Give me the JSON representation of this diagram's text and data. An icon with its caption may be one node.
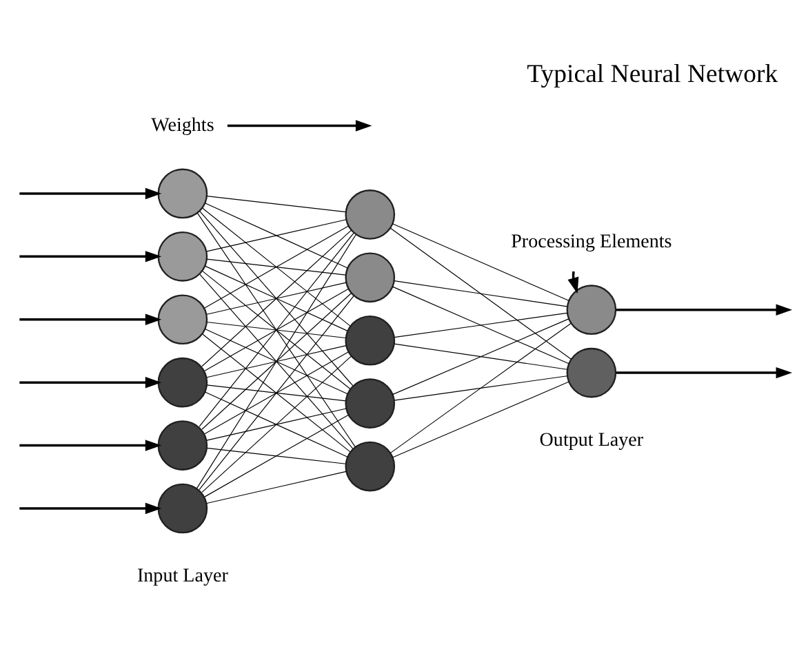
{
  "diagram": {
    "title": "Typical Neural Network",
    "nodes": [
      {
        "text": [],
        "shape": "circle"
      },
      {
        "text": [],
        "shape": "circle"
      },
      {
        "text": [],
        "shape": "circle"
      },
      {
        "text": [],
        "shape": "circle"
      },
      {
        "text": [],
        "shape": "circle"
      },
      {
        "text": [],
        "shape": "circle"
      },
      {
        "text": [],
        "shape": "circle"
      },
      {
        "text": [],
        "shape": "circle"
      },
      {
        "text": [],
        "shape": "circle"
      },
      {
        "text": [],
        "shape": "circle"
      },
      {
        "text": [],
        "shape": "circle"
      },
      {
        "text": [],
        "shape": "circle"
      },
      {
        "text": [],
        "shape": "circle"
      },
      {
        "text": [
          "Weights"
        ]
      },
      {
        "text": [
          "Processing Elements"
        ]
      }
    ],
    "edges": [
      {
        "from": null,
        "to": 0,
        "arrow": "to"
      },
      {
        "from": null,
        "to": 1,
        "arrow": "to"
      },
      {
        "from": null,
        "to": 2,
        "arrow": "to"
      },
      {
        "from": null,
        "to": 3,
        "arrow": "to"
      },
      {
        "from": null,
        "to": 4,
        "arrow": "to"
      },
      {
        "from": null,
        "to": 5,
        "arrow": "to"
      },
      {
        "from": 0,
        "to": 6,
        "arrow": "none"
      },
      {
        "from": 0,
        "to": 7,
        "arrow": "none"
      },
      {
        "from": 0,
        "to": 8,
        "arrow": "none"
      },
      {
        "from": 0,
        "to": 9,
        "arrow": "none"
      },
      {
        "from": 0,
        "to": 10,
        "arrow": "none"
      },
      {
        "from": 1,
        "to": 6,
        "arrow": "none"
      },
      {
        "from": 1,
        "to": 7,
        "arrow": "none"
      },
      {
        "from": 1,
        "to": 8,
        "arrow": "none"
      },
      {
        "from": 1,
        "to": 9,
        "arrow": "none"
      },
      {
        "from": 1,
        "to": 10,
        "arrow": "none"
      },
      {
        "from": 2,
        "to": 6,
        "arrow": "none"
      },
      {
        "from": 2,
        "to": 7,
        "arrow": "none"
      },
      {
        "from": 2,
        "to": 8,
        "arrow": "none"
      },
      {
        "from": 2,
        "to": 9,
        "arrow": "none"
      },
      {
        "from": 2,
        "to": 10,
        "arrow": "none"
      },
      {
        "from": 3,
        "to": 6,
        "arrow": "none"
      },
      {
        "from": 3,
        "to": 7,
        "arrow": "none"
      },
      {
        "from": 3,
        "to": 8,
        "arrow": "none"
      },
      {
        "from": 3,
        "to": 9,
        "arrow": "none"
      },
      {
        "from": 3,
        "to": 10,
        "arrow": "none"
      },
      {
        "from": 4,
        "to": 6,
        "arrow": "none"
      },
      {
        "from": 4,
        "to": 7,
        "arrow": "none"
      },
      {
        "from": 4,
        "to": 8,
        "arrow": "none"
      },
      {
        "from": 4,
        "to": 9,
        "arrow": "none"
      },
      {
        "from": 4,
        "to": 10,
        "arrow": "none"
      },
      {
        "from": 5,
        "to": 6,
        "arrow": "none"
      },
      {
        "from": 5,
        "to": 7,
        "arrow": "none"
      },
      {
        "from": 5,
        "to": 8,
        "arrow": "none"
      },
      {
        "from": 5,
        "to": 9,
        "arrow": "none"
      },
      {
        "from": 5,
        "to": 10,
        "arrow": "none"
      },
      {
        "from": 6,
        "to": 11,
        "arrow": "none"
      },
      {
        "from": 6,
        "to": 12,
        "arrow": "none"
      },
      {
        "from": 7,
        "to": 11,
        "arrow": "none"
      },
      {
        "from": 7,
        "to": 12,
        "arrow": "none"
      },
      {
        "from": 8,
        "to": 11,
        "arrow": "none"
      },
      {
        "from": 8,
        "to": 12,
        "arrow": "none"
      },
      {
        "from": 9,
        "to": 11,
        "arrow": "none"
      },
      {
        "from": 9,
        "to": 12,
        "arrow": "none"
      },
      {
        "from": 10,
        "to": 11,
        "arrow": "none"
      },
      {
        "from": 10,
        "to": 12,
        "arrow": "none"
      },
      {
        "from": 11,
        "to": null,
        "arrow": "to"
      },
      {
        "from": 12,
        "to": null,
        "arrow": "to"
      },
      {
        "from": 13,
        "to": null,
        "arrow": "to"
      },
      {
        "from": 14,
        "to": 11,
        "arrow": "to"
      }
    ],
    "labels": [
      "Input Layer",
      "Output Layer"
    ]
  }
}
